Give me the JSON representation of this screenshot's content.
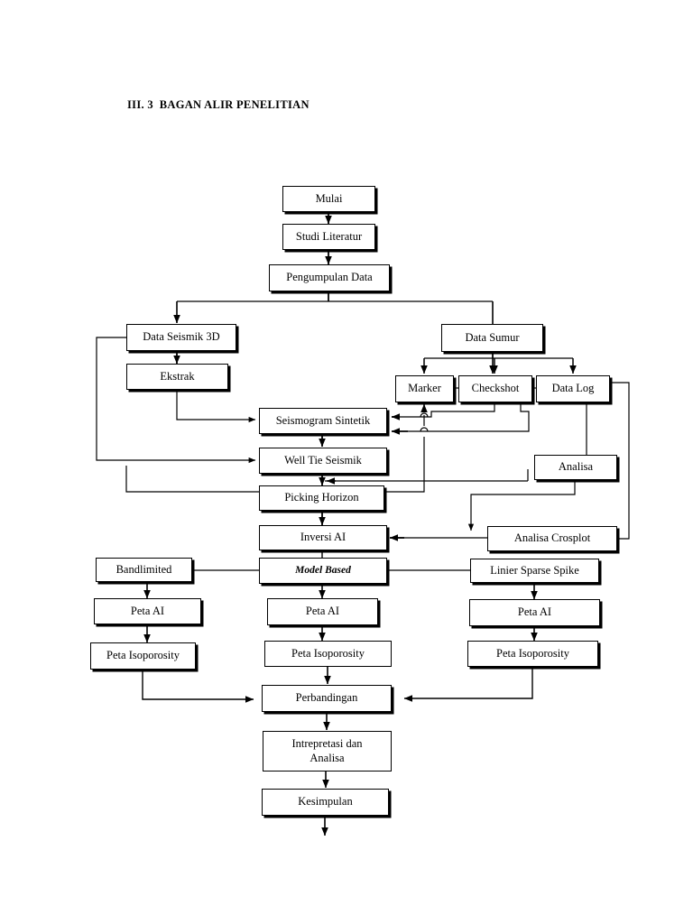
{
  "document": {
    "title": "III. 3  BAGAN ALIR PENELITIAN",
    "page_background": "#ffffff",
    "ink_color": "#000000"
  },
  "chart_data": {
    "type": "diagram",
    "title": "III. 3  BAGAN ALIR PENELITIAN",
    "diagram_kind": "flowchart",
    "orientation": "top-to-bottom",
    "nodes": [
      {
        "id": "mulai",
        "label": "Mulai"
      },
      {
        "id": "studi_literatur",
        "label": "Studi Literatur"
      },
      {
        "id": "pengumpulan_data",
        "label": "Pengumpulan Data"
      },
      {
        "id": "data_seismik_3d",
        "label": "Data Seismik 3D"
      },
      {
        "id": "data_sumur",
        "label": "Data Sumur"
      },
      {
        "id": "ekstrak",
        "label": "Ekstrak"
      },
      {
        "id": "marker",
        "label": "Marker"
      },
      {
        "id": "checkshot",
        "label": "Checkshot"
      },
      {
        "id": "data_log",
        "label": "Data Log"
      },
      {
        "id": "seismogram_sintetik",
        "label": "Seismogram Sintetik"
      },
      {
        "id": "well_tie_seismik",
        "label": "Well Tie Seismik"
      },
      {
        "id": "analisa",
        "label": "Analisa"
      },
      {
        "id": "picking_horizon",
        "label": "Picking Horizon"
      },
      {
        "id": "inversi_ai",
        "label": "Inversi AI"
      },
      {
        "id": "analisa_crosplot",
        "label": "Analisa Crosplot"
      },
      {
        "id": "bandlimited",
        "label": "Bandlimited"
      },
      {
        "id": "model_based",
        "label": "Model Based",
        "style": "italic"
      },
      {
        "id": "linier_sparse_spike",
        "label": "Linier Sparse Spike"
      },
      {
        "id": "peta_ai_left",
        "label": "Peta AI"
      },
      {
        "id": "peta_ai_mid",
        "label": "Peta AI"
      },
      {
        "id": "peta_ai_right",
        "label": "Peta AI"
      },
      {
        "id": "peta_iso_left",
        "label": "Peta Isoporosity"
      },
      {
        "id": "peta_iso_mid",
        "label": "Peta Isoporosity"
      },
      {
        "id": "peta_iso_right",
        "label": "Peta Isoporosity"
      },
      {
        "id": "perbandingan",
        "label": "Perbandingan"
      },
      {
        "id": "intrepretasi",
        "label": "Intrepretasi dan",
        "label2": "Analisa"
      },
      {
        "id": "kesimpulan",
        "label": "Kesimpulan"
      }
    ],
    "edges": [
      {
        "from": "mulai",
        "to": "studi_literatur"
      },
      {
        "from": "studi_literatur",
        "to": "pengumpulan_data"
      },
      {
        "from": "pengumpulan_data",
        "to": "data_seismik_3d"
      },
      {
        "from": "pengumpulan_data",
        "to": "data_sumur"
      },
      {
        "from": "data_seismik_3d",
        "to": "ekstrak"
      },
      {
        "from": "data_seismik_3d",
        "to": "well_tie_seismik"
      },
      {
        "from": "ekstrak",
        "to": "seismogram_sintetik"
      },
      {
        "from": "data_sumur",
        "to": "marker"
      },
      {
        "from": "data_sumur",
        "to": "checkshot"
      },
      {
        "from": "data_sumur",
        "to": "data_log"
      },
      {
        "from": "checkshot",
        "to": "seismogram_sintetik"
      },
      {
        "from": "data_log",
        "to": "seismogram_sintetik"
      },
      {
        "from": "marker",
        "to": "well_tie_seismik"
      },
      {
        "from": "seismogram_sintetik",
        "to": "well_tie_seismik"
      },
      {
        "from": "well_tie_seismik",
        "to": "picking_horizon"
      },
      {
        "from": "data_log",
        "to": "analisa"
      },
      {
        "from": "analisa",
        "to": "analisa_crosplot"
      },
      {
        "from": "picking_horizon",
        "to": "inversi_ai"
      },
      {
        "from": "analisa_crosplot",
        "to": "inversi_ai"
      },
      {
        "from": "data_log",
        "to": "analisa_crosplot"
      },
      {
        "from": "inversi_ai",
        "to": "model_based"
      },
      {
        "from": "model_based",
        "to": "bandlimited"
      },
      {
        "from": "model_based",
        "to": "linier_sparse_spike"
      },
      {
        "from": "bandlimited",
        "to": "peta_ai_left"
      },
      {
        "from": "model_based",
        "to": "peta_ai_mid"
      },
      {
        "from": "linier_sparse_spike",
        "to": "peta_ai_right"
      },
      {
        "from": "peta_ai_left",
        "to": "peta_iso_left"
      },
      {
        "from": "peta_ai_mid",
        "to": "peta_iso_mid"
      },
      {
        "from": "peta_ai_right",
        "to": "peta_iso_right"
      },
      {
        "from": "peta_iso_left",
        "to": "perbandingan"
      },
      {
        "from": "peta_iso_mid",
        "to": "perbandingan"
      },
      {
        "from": "peta_iso_right",
        "to": "perbandingan"
      },
      {
        "from": "perbandingan",
        "to": "intrepretasi"
      },
      {
        "from": "intrepretasi",
        "to": "kesimpulan"
      },
      {
        "from": "kesimpulan",
        "to": "end"
      }
    ]
  }
}
